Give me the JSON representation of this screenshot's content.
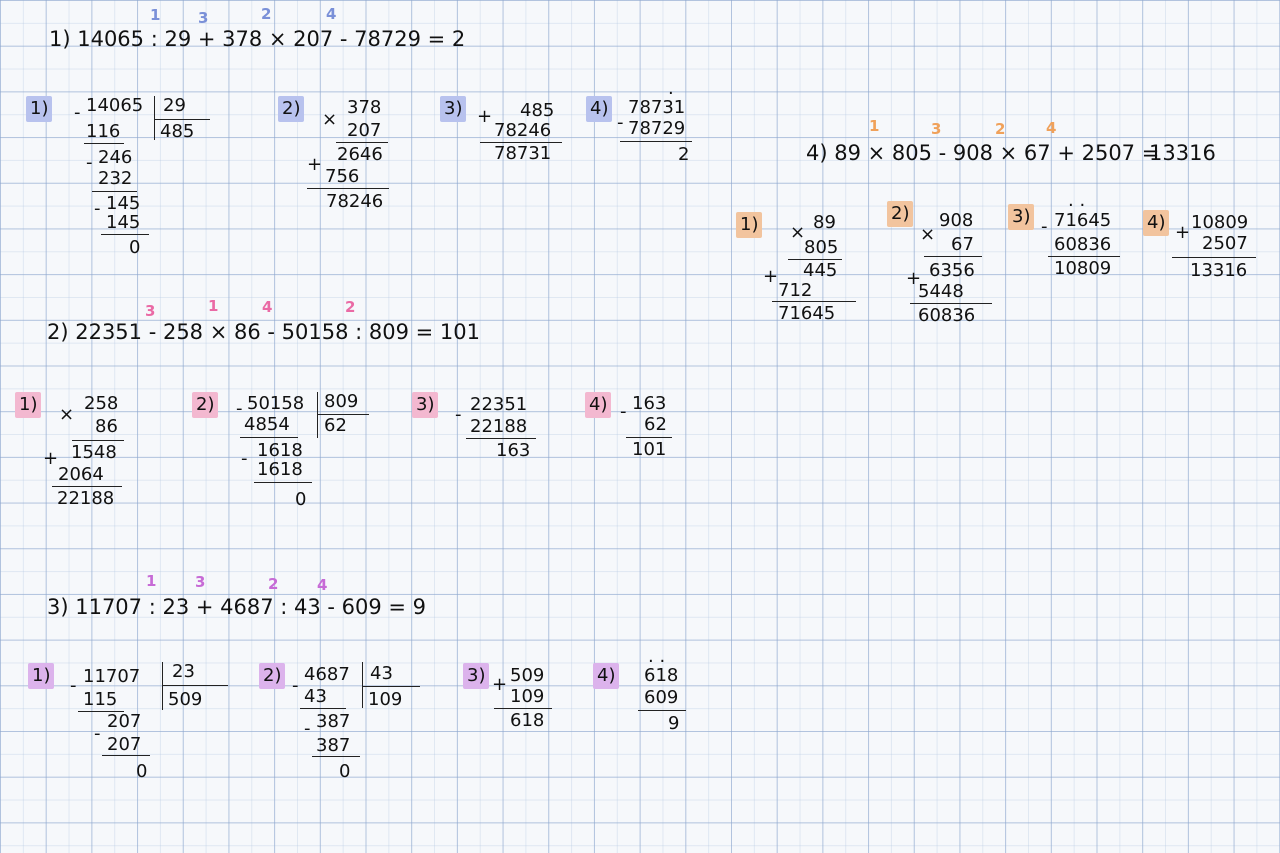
{
  "problems": [
    {
      "equation": "1) 14065 : 29 + 378 × 207 - 78729 = 2",
      "order": [
        "1",
        "3",
        "2",
        "4"
      ],
      "steps": [
        {
          "label": "1)",
          "lines": [
            "14065",
            "116",
            "246",
            "232",
            "145",
            "145",
            "0"
          ],
          "divisor": "29",
          "quotient": "485",
          "signs": [
            "-",
            "-",
            "-"
          ]
        },
        {
          "label": "2)",
          "lines": [
            "378",
            "207",
            "2646",
            "756",
            "78246"
          ],
          "signs": [
            "×",
            "+"
          ]
        },
        {
          "label": "3)",
          "lines": [
            "485",
            "78246",
            "78731"
          ],
          "signs": [
            "+"
          ]
        },
        {
          "label": "4)",
          "lines": [
            "78731",
            "78729",
            "2"
          ],
          "signs": [
            "-"
          ],
          "dots": [
            "."
          ]
        }
      ]
    },
    {
      "equation": "2) 22351 - 258 × 86 - 50158 : 809 = 101",
      "order": [
        "3",
        "1",
        "4",
        "2"
      ],
      "steps": [
        {
          "label": "1)",
          "lines": [
            "258",
            "86",
            "1548",
            "2064",
            "22188"
          ],
          "signs": [
            "×",
            "+"
          ]
        },
        {
          "label": "2)",
          "lines": [
            "50158",
            "4854",
            "1618",
            "1618",
            "0"
          ],
          "divisor": "809",
          "quotient": "62",
          "signs": [
            "-",
            "-"
          ]
        },
        {
          "label": "3)",
          "lines": [
            "22351",
            "22188",
            "163"
          ],
          "signs": [
            "-"
          ]
        },
        {
          "label": "4)",
          "lines": [
            "163",
            "62",
            "101"
          ],
          "signs": [
            "-"
          ]
        }
      ]
    },
    {
      "equation": "3) 11707 : 23 + 4687 : 43 - 609 = 9",
      "order": [
        "1",
        "3",
        "2",
        "4"
      ],
      "steps": [
        {
          "label": "1)",
          "lines": [
            "11707",
            "115",
            "207",
            "207",
            "0"
          ],
          "divisor": "23",
          "quotient": "509",
          "signs": [
            "-",
            "-"
          ]
        },
        {
          "label": "2)",
          "lines": [
            "4687",
            "43",
            "387",
            "387",
            "0"
          ],
          "divisor": "43",
          "quotient": "109",
          "signs": [
            "-",
            "-"
          ]
        },
        {
          "label": "3)",
          "lines": [
            "509",
            "109",
            "618"
          ],
          "signs": [
            "+"
          ]
        },
        {
          "label": "4)",
          "lines": [
            "618",
            "609",
            "9"
          ],
          "dots": [
            ". ."
          ]
        }
      ]
    },
    {
      "equation": "4) 89 × 805 - 908 × 67 + 2507 =",
      "answer": "13316",
      "order": [
        "1",
        "3",
        "2",
        "4"
      ],
      "steps": [
        {
          "label": "1)",
          "lines": [
            "89",
            "805",
            "445",
            "712",
            "71645"
          ],
          "signs": [
            "×",
            "+"
          ]
        },
        {
          "label": "2)",
          "lines": [
            "908",
            "67",
            "6356",
            "5448",
            "60836"
          ],
          "signs": [
            "×",
            "+"
          ]
        },
        {
          "label": "3)",
          "lines": [
            "71645",
            "60836",
            "10809"
          ],
          "signs": [
            "-"
          ],
          "dots": [
            ". ."
          ]
        },
        {
          "label": "4)",
          "lines": [
            "10809",
            "2507",
            "13316"
          ],
          "signs": [
            "+"
          ]
        }
      ]
    }
  ],
  "colors": {
    "blue_highlight": "#b8c2ee",
    "pink_highlight": "#f3b8d0",
    "purple_highlight": "#dcb3ec",
    "orange_highlight": "#f2c49e"
  }
}
